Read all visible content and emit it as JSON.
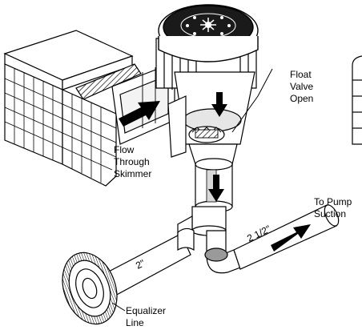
{
  "labels": {
    "float_valve": [
      "Float",
      "Valve",
      "Open"
    ],
    "flow_through": [
      "Flow",
      "Through",
      "Skimmer"
    ],
    "to_pump": [
      "To Pump",
      "Suction"
    ],
    "pipe_large": "2 1/2\"",
    "pipe_small": "2\"",
    "equalizer": [
      "Equalizer",
      "Line"
    ]
  },
  "colors": {
    "ink": "#000000",
    "paper": "#ffffff",
    "shade": "#d9d9d9",
    "dark_shade": "#9a9a9a",
    "lid": "#1a1a1a"
  }
}
